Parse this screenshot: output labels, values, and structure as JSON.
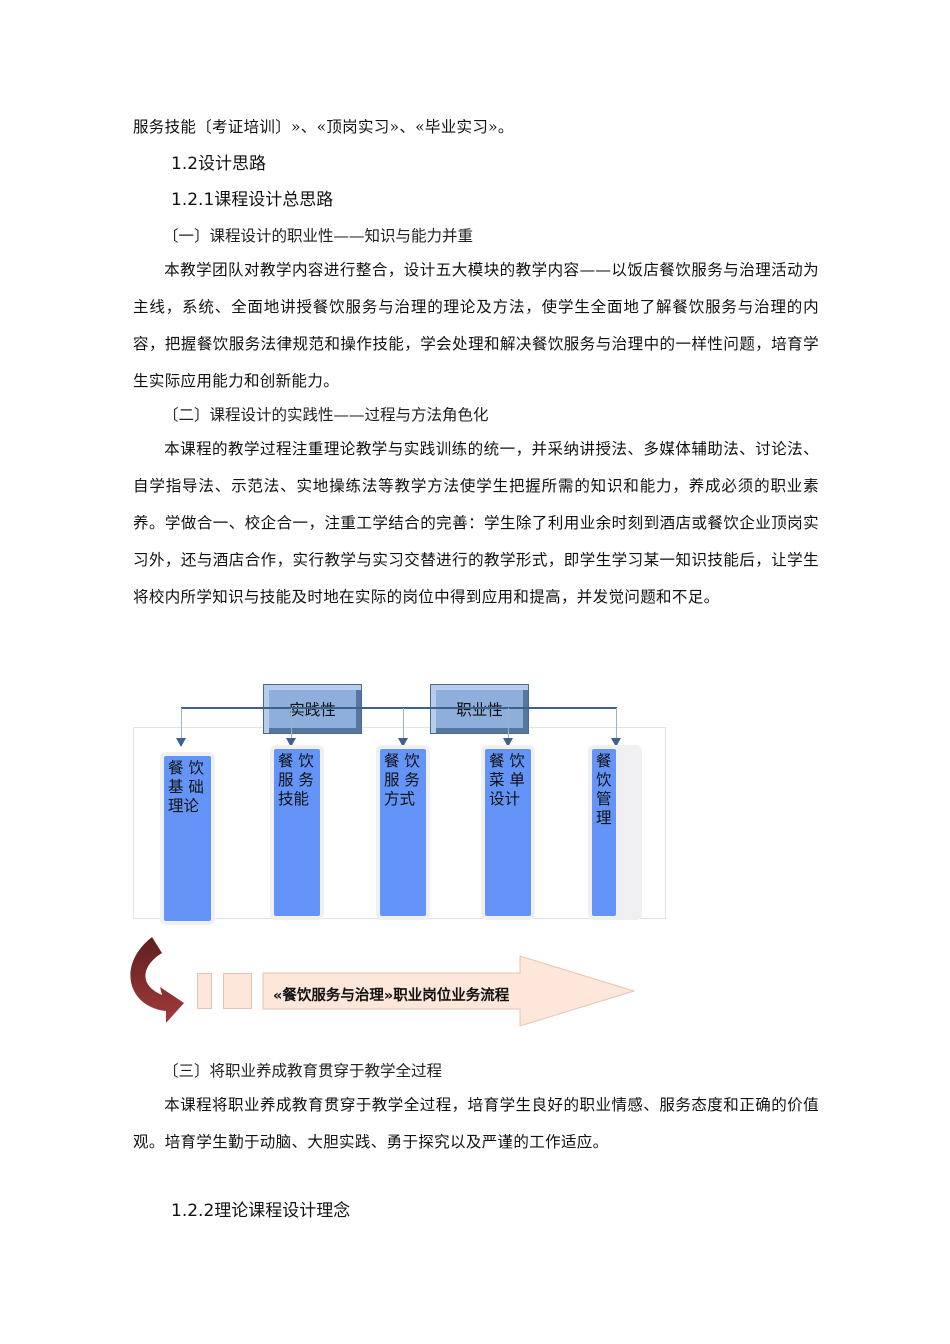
{
  "document": {
    "line_top": "服务技能〔考证培训〕»、«顶岗实习»、«毕业实习»。",
    "heading_1_2": "1.2设计思路",
    "heading_1_2_1": "1.2.1课程设计总思路",
    "section_1": {
      "title": "〔一〕课程设计的职业性——知识与能力并重",
      "paragraph": "本教学团队对教学内容进行整合，设计五大模块的教学内容——以饭店餐饮服务与治理活动为主线，系统、全面地讲授餐饮服务与治理的理论及方法，使学生全面地了解餐饮服务与治理的内容，把握餐饮服务法律规范和操作技能，学会处理和解决餐饮服务与治理中的一样性问题，培育学生实际应用能力和创新能力。"
    },
    "section_2": {
      "title": "〔二〕课程设计的实践性——过程与方法角色化",
      "paragraph": "本课程的教学过程注重理论教学与实践训练的统一，并采纳讲授法、多媒体辅助法、讨论法、自学指导法、示范法、实地操练法等教学方法使学生把握所需的知识和能力，养成必须的职业素养。学做合一、校企合一，注重工学结合的完善：学生除了利用业余时刻到酒店或餐饮企业顶岗实习外，还与酒店合作，实行教学与实习交替进行的教学形式，即学生学习某一知识技能后，让学生将校内所学知识与技能及时地在实际的岗位中得到应用和提高，并发觉问题和不足。"
    },
    "diagram": {
      "top_boxes": [
        "实践性",
        "职业性"
      ],
      "modules": [
        "餐 饮基 础理论",
        "餐 饮服 务技能",
        "餐 饮服 务方式",
        "餐 饮菜 单设计",
        "餐饮管理"
      ],
      "flow_label": "«餐饮服务与治理»职业岗位业务流程",
      "colors": {
        "module_fill": "#6494f8",
        "top_box_fill": "#8eaedc",
        "connector": "#3d6189",
        "flow_fill": "#fde6da",
        "curved_arrow": "#8b2a2a"
      }
    },
    "section_3": {
      "title": "〔三〕将职业养成教育贯穿于教学全过程",
      "paragraph": "本课程将职业养成教育贯穿于教学全过程，培育学生良好的职业情感、服务态度和正确的价值观。培育学生勤于动脑、大胆实践、勇于探究以及严谨的工作适应。"
    },
    "heading_1_2_2": "1.2.2理论课程设计理念"
  }
}
